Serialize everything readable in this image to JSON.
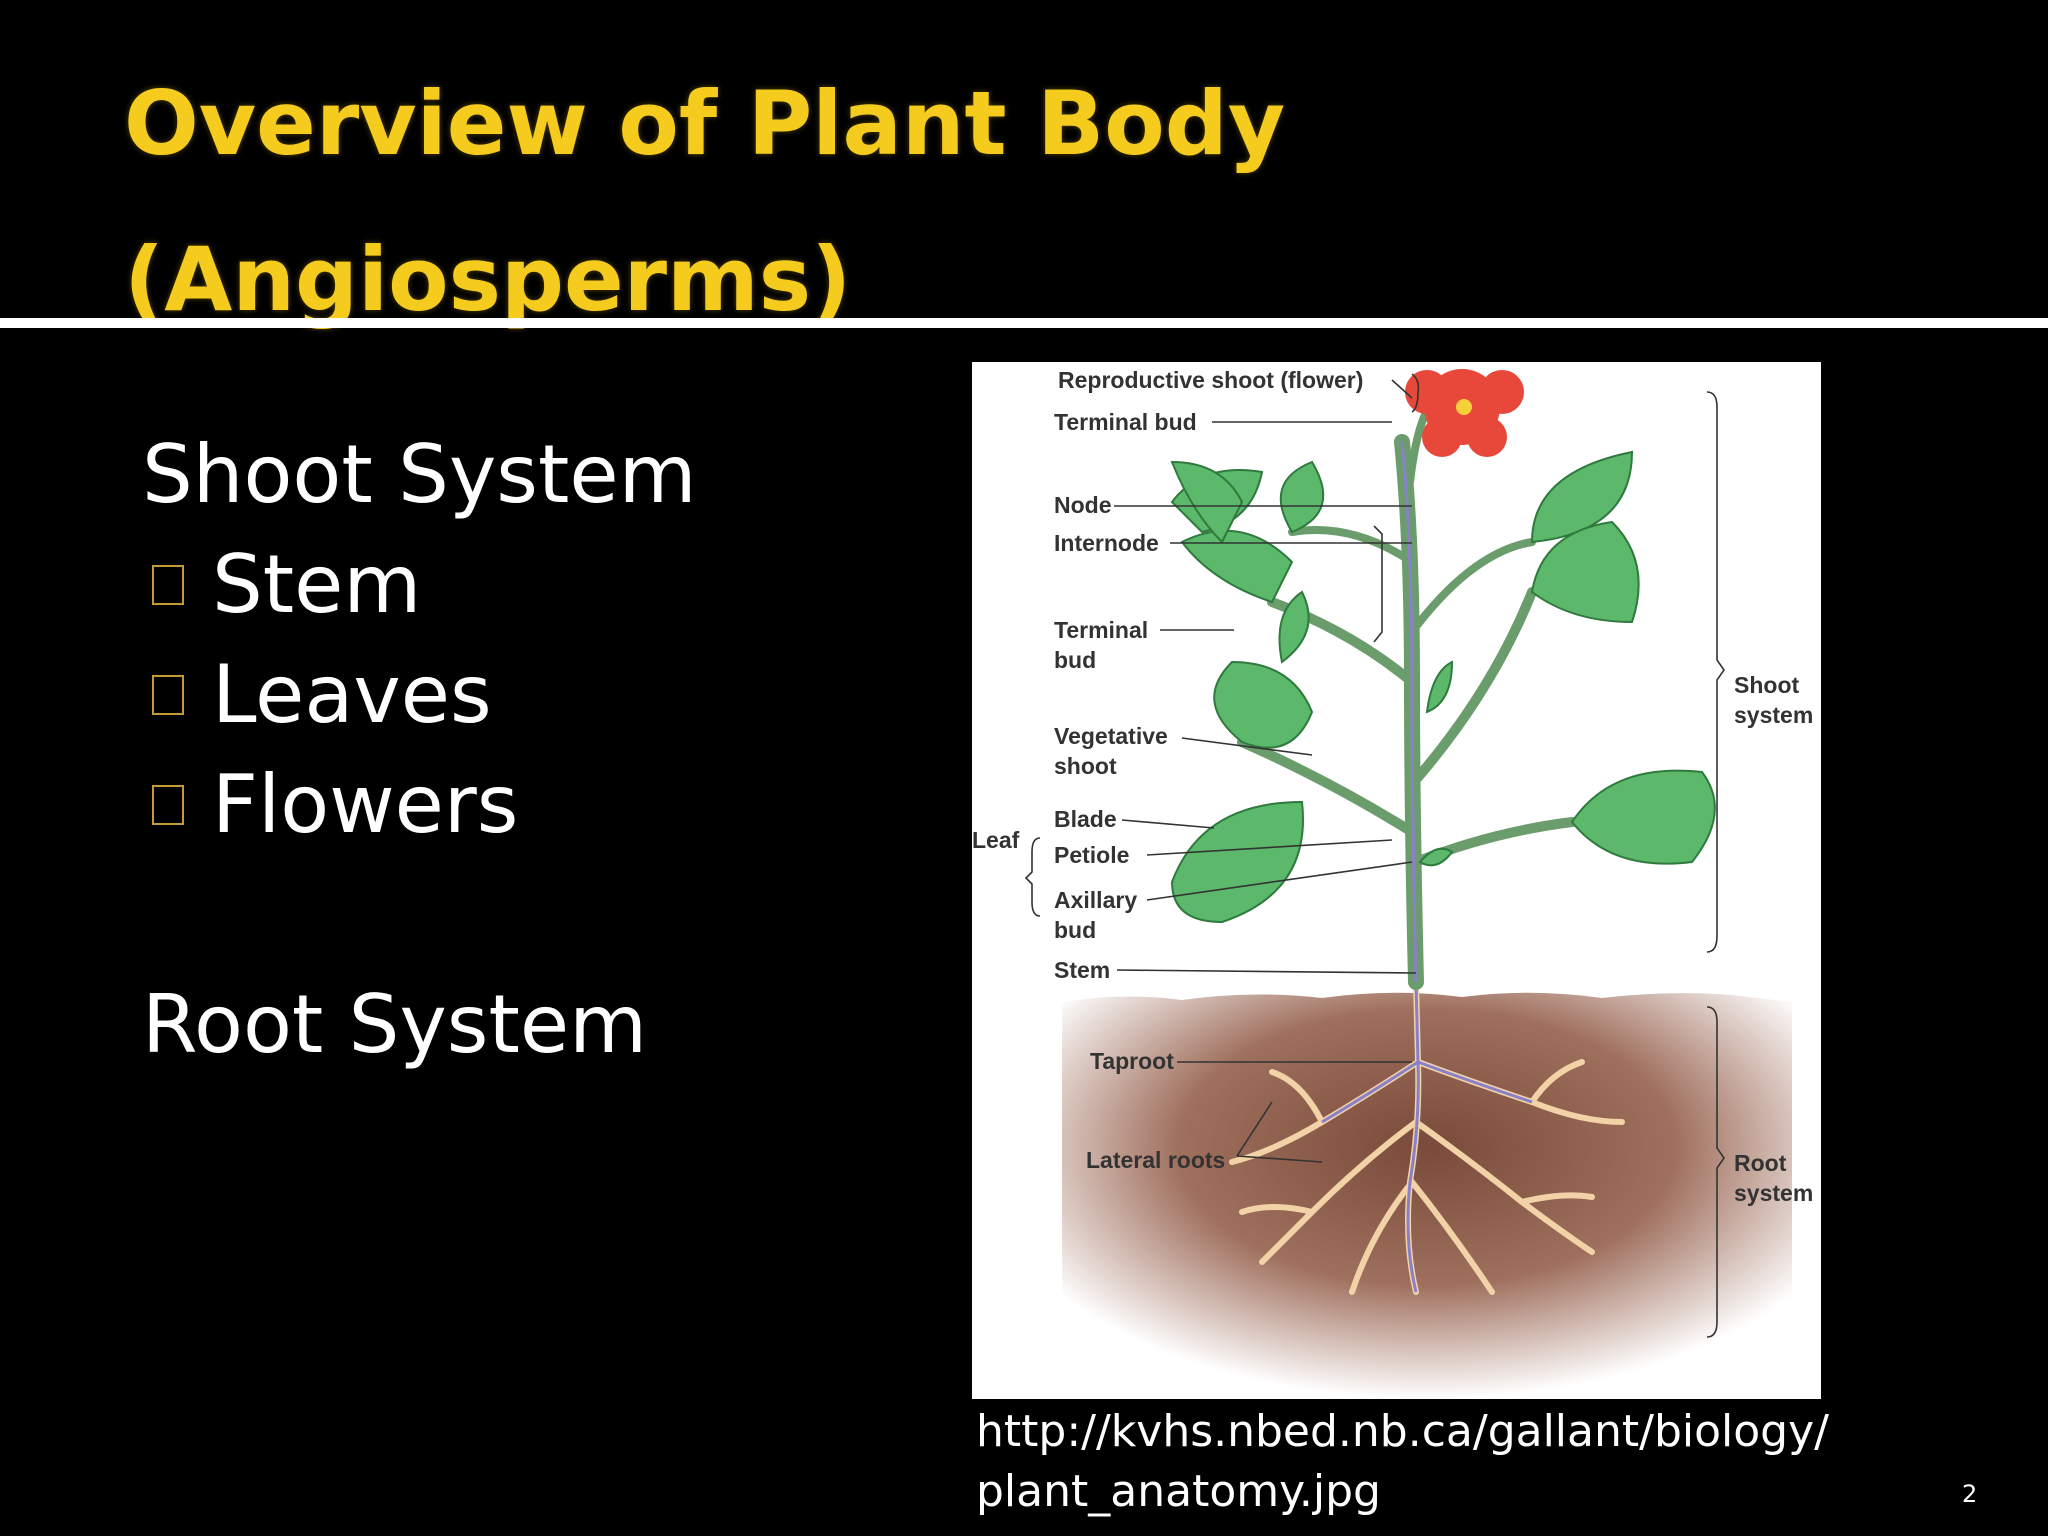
{
  "slide": {
    "title_line1": "Overview of Plant Body",
    "title_line2": "(Angiosperms)",
    "shoot_heading": "Shoot System",
    "shoot_items": [
      "Stem",
      "Leaves",
      "Flowers"
    ],
    "root_heading": "Root System",
    "source_line1": "http://kvhs.nbed.nb.ca/gallant/biology/",
    "source_line2": "plant_anatomy.jpg",
    "page_number": "2"
  },
  "figure": {
    "labels": {
      "reproductive_shoot": "Reproductive shoot (flower)",
      "terminal_bud_top": "Terminal bud",
      "node": "Node",
      "internode": "Internode",
      "terminal_bud_a": "Terminal",
      "terminal_bud_b": "bud",
      "vegetative_a": "Vegetative",
      "vegetative_b": "shoot",
      "leaf": "Leaf",
      "blade": "Blade",
      "petiole": "Petiole",
      "axillary_a": "Axillary",
      "axillary_b": "bud",
      "stem": "Stem",
      "taproot": "Taproot",
      "lateral_roots": "Lateral roots",
      "shoot_system_a": "Shoot",
      "shoot_system_b": "system",
      "root_system_a": "Root",
      "root_system_b": "system"
    }
  },
  "colors": {
    "title": "#f5cc1e",
    "bullet_box": "#c59a36",
    "leaf": "#5cb86a",
    "stem": "#6a9c6c",
    "flower": "#e8483a",
    "soil": "#7a4a3a",
    "root": "#f2d3a8"
  }
}
